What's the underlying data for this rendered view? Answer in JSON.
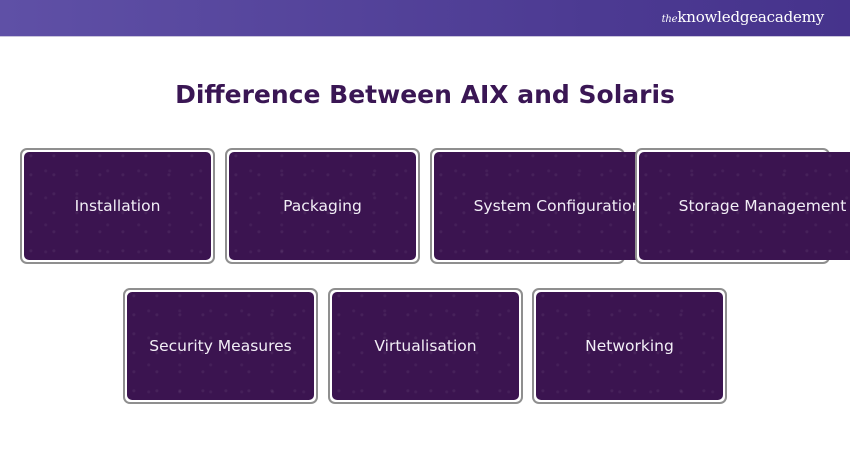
{
  "header": {
    "logo_prefix": "the",
    "logo_main": "knowledgeacademy"
  },
  "title": "Difference Between AIX and Solaris",
  "cards": [
    "Installation",
    "Packaging",
    "System Configuration",
    "Storage Management",
    "Security Measures",
    "Virtualisation",
    "Networking"
  ]
}
